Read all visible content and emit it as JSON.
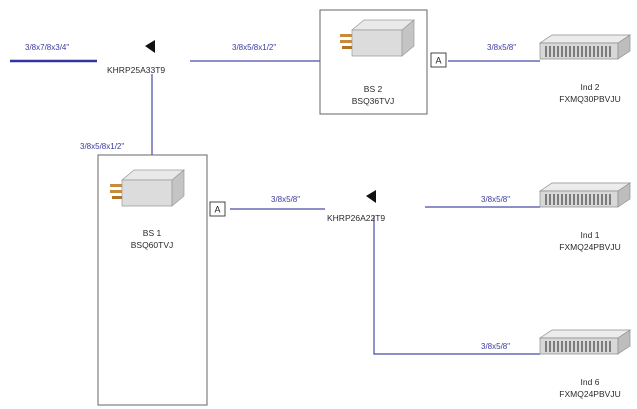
{
  "pipes": {
    "main": "3/8x7/8x3/4\"",
    "to_bs2": "3/8x5/8x1/2\"",
    "to_bs1": "3/8x5/8x1/2\"",
    "bs2_to_ind2": "3/8x5/8\"",
    "bs1_to_joint2": "3/8x5/8\"",
    "joint2_to_ind1": "3/8x5/8\"",
    "joint2_to_ind6": "3/8x5/8\""
  },
  "joints": {
    "joint1": "KHRP25A33T9",
    "joint2": "KHRP26A22T9"
  },
  "branch_selectors": {
    "bs2": {
      "name": "BS 2",
      "model": "BSQ36TVJ",
      "port": "A"
    },
    "bs1": {
      "name": "BS 1",
      "model": "BSQ60TVJ",
      "port": "A"
    }
  },
  "indoor_units": {
    "ind2": {
      "name": "Ind 2",
      "model": "FXMQ30PBVJU"
    },
    "ind1": {
      "name": "Ind 1",
      "model": "FXMQ24PBVJU"
    },
    "ind6": {
      "name": "Ind 6",
      "model": "FXMQ24PBVJU"
    }
  },
  "colors": {
    "pipe": "#4a4aa8",
    "main_pipe": "#3535a0",
    "text": "#2a2a2a",
    "pipe_text": "#3a3a9e"
  }
}
